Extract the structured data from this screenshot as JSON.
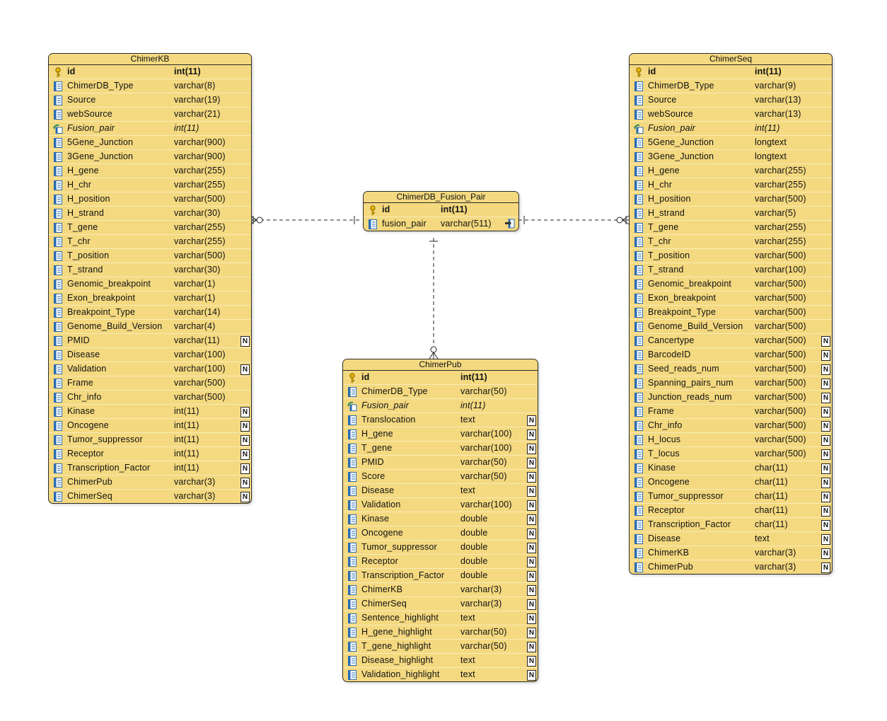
{
  "tables": [
    {
      "key": "chimerkb",
      "title": "ChimerKB",
      "columns": [
        {
          "name": "id",
          "type": "int(11)",
          "kind": "pk",
          "nullable": false
        },
        {
          "name": "ChimerDB_Type",
          "type": "varchar(8)",
          "kind": "col",
          "nullable": false
        },
        {
          "name": "Source",
          "type": "varchar(19)",
          "kind": "col",
          "nullable": false
        },
        {
          "name": "webSource",
          "type": "varchar(21)",
          "kind": "col",
          "nullable": false
        },
        {
          "name": "Fusion_pair",
          "type": "int(11)",
          "kind": "fk",
          "nullable": false
        },
        {
          "name": "5Gene_Junction",
          "type": "varchar(900)",
          "kind": "col",
          "nullable": false
        },
        {
          "name": "3Gene_Junction",
          "type": "varchar(900)",
          "kind": "col",
          "nullable": false
        },
        {
          "name": "H_gene",
          "type": "varchar(255)",
          "kind": "col",
          "nullable": false
        },
        {
          "name": "H_chr",
          "type": "varchar(255)",
          "kind": "col",
          "nullable": false
        },
        {
          "name": "H_position",
          "type": "varchar(500)",
          "kind": "col",
          "nullable": false
        },
        {
          "name": "H_strand",
          "type": "varchar(30)",
          "kind": "col",
          "nullable": false
        },
        {
          "name": "T_gene",
          "type": "varchar(255)",
          "kind": "col",
          "nullable": false
        },
        {
          "name": "T_chr",
          "type": "varchar(255)",
          "kind": "col",
          "nullable": false
        },
        {
          "name": "T_position",
          "type": "varchar(500)",
          "kind": "col",
          "nullable": false
        },
        {
          "name": "T_strand",
          "type": "varchar(30)",
          "kind": "col",
          "nullable": false
        },
        {
          "name": "Genomic_breakpoint",
          "type": "varchar(1)",
          "kind": "col",
          "nullable": false
        },
        {
          "name": "Exon_breakpoint",
          "type": "varchar(1)",
          "kind": "col",
          "nullable": false
        },
        {
          "name": "Breakpoint_Type",
          "type": "varchar(14)",
          "kind": "col",
          "nullable": false
        },
        {
          "name": "Genome_Build_Version",
          "type": "varchar(4)",
          "kind": "col",
          "nullable": false
        },
        {
          "name": "PMID",
          "type": "varchar(11)",
          "kind": "col",
          "nullable": true
        },
        {
          "name": "Disease",
          "type": "varchar(100)",
          "kind": "col",
          "nullable": false
        },
        {
          "name": "Validation",
          "type": "varchar(100)",
          "kind": "col",
          "nullable": true
        },
        {
          "name": "Frame",
          "type": "varchar(500)",
          "kind": "col",
          "nullable": false
        },
        {
          "name": "Chr_info",
          "type": "varchar(500)",
          "kind": "col",
          "nullable": false
        },
        {
          "name": "Kinase",
          "type": "int(11)",
          "kind": "col",
          "nullable": true
        },
        {
          "name": "Oncogene",
          "type": "int(11)",
          "kind": "col",
          "nullable": true
        },
        {
          "name": "Tumor_suppressor",
          "type": "int(11)",
          "kind": "col",
          "nullable": true
        },
        {
          "name": "Receptor",
          "type": "int(11)",
          "kind": "col",
          "nullable": true
        },
        {
          "name": "Transcription_Factor",
          "type": "int(11)",
          "kind": "col",
          "nullable": true
        },
        {
          "name": "ChimerPub",
          "type": "varchar(3)",
          "kind": "col",
          "nullable": true
        },
        {
          "name": "ChimerSeq",
          "type": "varchar(3)",
          "kind": "col",
          "nullable": true
        }
      ]
    },
    {
      "key": "fusionpair",
      "title": "ChimerDB_Fusion_Pair",
      "columns": [
        {
          "name": "id",
          "type": "int(11)",
          "kind": "pk",
          "nullable": false
        },
        {
          "name": "fusion_pair",
          "type": "varchar(511)",
          "kind": "col",
          "nullable": false,
          "linked": true
        }
      ]
    },
    {
      "key": "chimerseq",
      "title": "ChimerSeq",
      "columns": [
        {
          "name": "id",
          "type": "int(11)",
          "kind": "pk",
          "nullable": false
        },
        {
          "name": "ChimerDB_Type",
          "type": "varchar(9)",
          "kind": "col",
          "nullable": false
        },
        {
          "name": "Source",
          "type": "varchar(13)",
          "kind": "col",
          "nullable": false
        },
        {
          "name": "webSource",
          "type": "varchar(13)",
          "kind": "col",
          "nullable": false
        },
        {
          "name": "Fusion_pair",
          "type": "int(11)",
          "kind": "fk",
          "nullable": false
        },
        {
          "name": "5Gene_Junction",
          "type": "longtext",
          "kind": "col",
          "nullable": false
        },
        {
          "name": "3Gene_Junction",
          "type": "longtext",
          "kind": "col",
          "nullable": false
        },
        {
          "name": "H_gene",
          "type": "varchar(255)",
          "kind": "col",
          "nullable": false
        },
        {
          "name": "H_chr",
          "type": "varchar(255)",
          "kind": "col",
          "nullable": false
        },
        {
          "name": "H_position",
          "type": "varchar(500)",
          "kind": "col",
          "nullable": false
        },
        {
          "name": "H_strand",
          "type": "varchar(5)",
          "kind": "col",
          "nullable": false
        },
        {
          "name": "T_gene",
          "type": "varchar(255)",
          "kind": "col",
          "nullable": false
        },
        {
          "name": "T_chr",
          "type": "varchar(255)",
          "kind": "col",
          "nullable": false
        },
        {
          "name": "T_position",
          "type": "varchar(500)",
          "kind": "col",
          "nullable": false
        },
        {
          "name": "T_strand",
          "type": "varchar(100)",
          "kind": "col",
          "nullable": false
        },
        {
          "name": "Genomic_breakpoint",
          "type": "varchar(500)",
          "kind": "col",
          "nullable": false
        },
        {
          "name": "Exon_breakpoint",
          "type": "varchar(500)",
          "kind": "col",
          "nullable": false
        },
        {
          "name": "Breakpoint_Type",
          "type": "varchar(500)",
          "kind": "col",
          "nullable": false
        },
        {
          "name": "Genome_Build_Version",
          "type": "varchar(500)",
          "kind": "col",
          "nullable": false
        },
        {
          "name": "Cancertype",
          "type": "varchar(500)",
          "kind": "col",
          "nullable": true
        },
        {
          "name": "BarcodeID",
          "type": "varchar(500)",
          "kind": "col",
          "nullable": true
        },
        {
          "name": "Seed_reads_num",
          "type": "varchar(500)",
          "kind": "col",
          "nullable": true
        },
        {
          "name": "Spanning_pairs_num",
          "type": "varchar(500)",
          "kind": "col",
          "nullable": true
        },
        {
          "name": "Junction_reads_num",
          "type": "varchar(500)",
          "kind": "col",
          "nullable": true
        },
        {
          "name": "Frame",
          "type": "varchar(500)",
          "kind": "col",
          "nullable": true
        },
        {
          "name": "Chr_info",
          "type": "varchar(500)",
          "kind": "col",
          "nullable": true
        },
        {
          "name": "H_locus",
          "type": "varchar(500)",
          "kind": "col",
          "nullable": true
        },
        {
          "name": "T_locus",
          "type": "varchar(500)",
          "kind": "col",
          "nullable": true
        },
        {
          "name": "Kinase",
          "type": "char(11)",
          "kind": "col",
          "nullable": true
        },
        {
          "name": "Oncogene",
          "type": "char(11)",
          "kind": "col",
          "nullable": true
        },
        {
          "name": "Tumor_suppressor",
          "type": "char(11)",
          "kind": "col",
          "nullable": true
        },
        {
          "name": "Receptor",
          "type": "char(11)",
          "kind": "col",
          "nullable": true
        },
        {
          "name": "Transcription_Factor",
          "type": "char(11)",
          "kind": "col",
          "nullable": true
        },
        {
          "name": "Disease",
          "type": "text",
          "kind": "col",
          "nullable": true
        },
        {
          "name": "ChimerKB",
          "type": "varchar(3)",
          "kind": "col",
          "nullable": true
        },
        {
          "name": "ChimerPub",
          "type": "varchar(3)",
          "kind": "col",
          "nullable": true
        }
      ]
    },
    {
      "key": "chimerpub",
      "title": "ChimerPub",
      "columns": [
        {
          "name": "id",
          "type": "int(11)",
          "kind": "pk",
          "nullable": false
        },
        {
          "name": "ChimerDB_Type",
          "type": "varchar(50)",
          "kind": "col",
          "nullable": false
        },
        {
          "name": "Fusion_pair",
          "type": "int(11)",
          "kind": "fk",
          "nullable": false
        },
        {
          "name": "Translocation",
          "type": "text",
          "kind": "col",
          "nullable": true
        },
        {
          "name": "H_gene",
          "type": "varchar(100)",
          "kind": "col",
          "nullable": true
        },
        {
          "name": "T_gene",
          "type": "varchar(100)",
          "kind": "col",
          "nullable": true
        },
        {
          "name": "PMID",
          "type": "varchar(50)",
          "kind": "col",
          "nullable": true
        },
        {
          "name": "Score",
          "type": "varchar(50)",
          "kind": "col",
          "nullable": true
        },
        {
          "name": "Disease",
          "type": "text",
          "kind": "col",
          "nullable": true
        },
        {
          "name": "Validation",
          "type": "varchar(100)",
          "kind": "col",
          "nullable": true
        },
        {
          "name": "Kinase",
          "type": "double",
          "kind": "col",
          "nullable": true
        },
        {
          "name": "Oncogene",
          "type": "double",
          "kind": "col",
          "nullable": true
        },
        {
          "name": "Tumor_suppressor",
          "type": "double",
          "kind": "col",
          "nullable": true
        },
        {
          "name": "Receptor",
          "type": "double",
          "kind": "col",
          "nullable": true
        },
        {
          "name": "Transcription_Factor",
          "type": "double",
          "kind": "col",
          "nullable": true
        },
        {
          "name": "ChimerKB",
          "type": "varchar(3)",
          "kind": "col",
          "nullable": true
        },
        {
          "name": "ChimerSeq",
          "type": "varchar(3)",
          "kind": "col",
          "nullable": true
        },
        {
          "name": "Sentence_highlight",
          "type": "text",
          "kind": "col",
          "nullable": true
        },
        {
          "name": "H_gene_highlight",
          "type": "varchar(50)",
          "kind": "col",
          "nullable": true
        },
        {
          "name": "T_gene_highlight",
          "type": "varchar(50)",
          "kind": "col",
          "nullable": true
        },
        {
          "name": "Disease_highlight",
          "type": "text",
          "kind": "col",
          "nullable": true
        },
        {
          "name": "Validation_highlight",
          "type": "text",
          "kind": "col",
          "nullable": true
        }
      ]
    }
  ],
  "null_marker": "N",
  "relationships": [
    {
      "from": "fusionpair",
      "to": "chimerkb",
      "parent_end": "one",
      "child_end": "zero-or-many"
    },
    {
      "from": "fusionpair",
      "to": "chimerseq",
      "parent_end": "one",
      "child_end": "zero-or-many"
    },
    {
      "from": "fusionpair",
      "to": "chimerpub",
      "parent_end": "one",
      "child_end": "zero-or-many"
    }
  ],
  "colors": {
    "table_fill": "#f4d980",
    "border": "#2b2b2b",
    "row_divider": "#f9ebb8"
  }
}
